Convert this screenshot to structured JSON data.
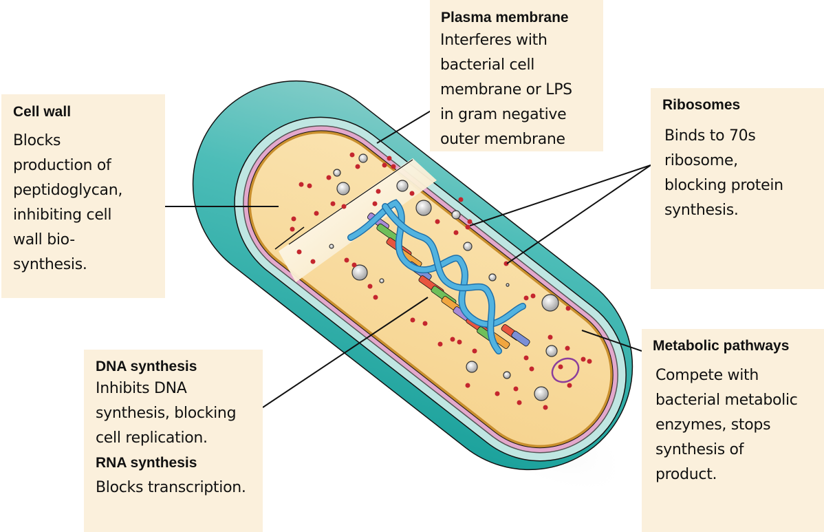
{
  "figure": {
    "subject": "Bacterial cell (rod-shaped) cutaway showing antibiotic targets",
    "colors": {
      "label_box": "#fbf0dc",
      "capsule": "#3fb5b1",
      "capsule_light": "#a8dcd9",
      "cytoplasm": "#f8dca0",
      "membrane_pink": "#e3a8cc",
      "membrane_gold": "#c98f2e",
      "ribosome_dots": "#c4262e",
      "leader_lines": "#111111"
    }
  },
  "labels": {
    "cell_wall": {
      "title": "Cell wall",
      "lines": [
        "Blocks",
        "production of",
        "peptidoglycan,",
        "inhibiting cell",
        "wall bio-",
        "synthesis."
      ]
    },
    "plasma_membrane": {
      "title": "Plasma membrane",
      "lines": [
        "Interferes with",
        "bacterial cell",
        "membrane or LPS",
        "in gram negative",
        "outer membrane"
      ]
    },
    "ribosomes": {
      "title": "Ribosomes",
      "lines": [
        "Binds to 70s",
        "ribosome,",
        "blocking protein",
        "synthesis."
      ]
    },
    "dna_synthesis": {
      "title": "DNA synthesis",
      "lines": [
        "Inhibits DNA",
        "synthesis, blocking",
        "cell replication."
      ]
    },
    "rna_synthesis": {
      "title": "RNA synthesis",
      "lines": [
        "Blocks transcription."
      ]
    },
    "metabolic_pathways": {
      "title": "Metabolic pathways",
      "lines": [
        "Compete with",
        "bacterial metabolic",
        "enzymes, stops",
        "synthesis of",
        "product."
      ]
    }
  }
}
